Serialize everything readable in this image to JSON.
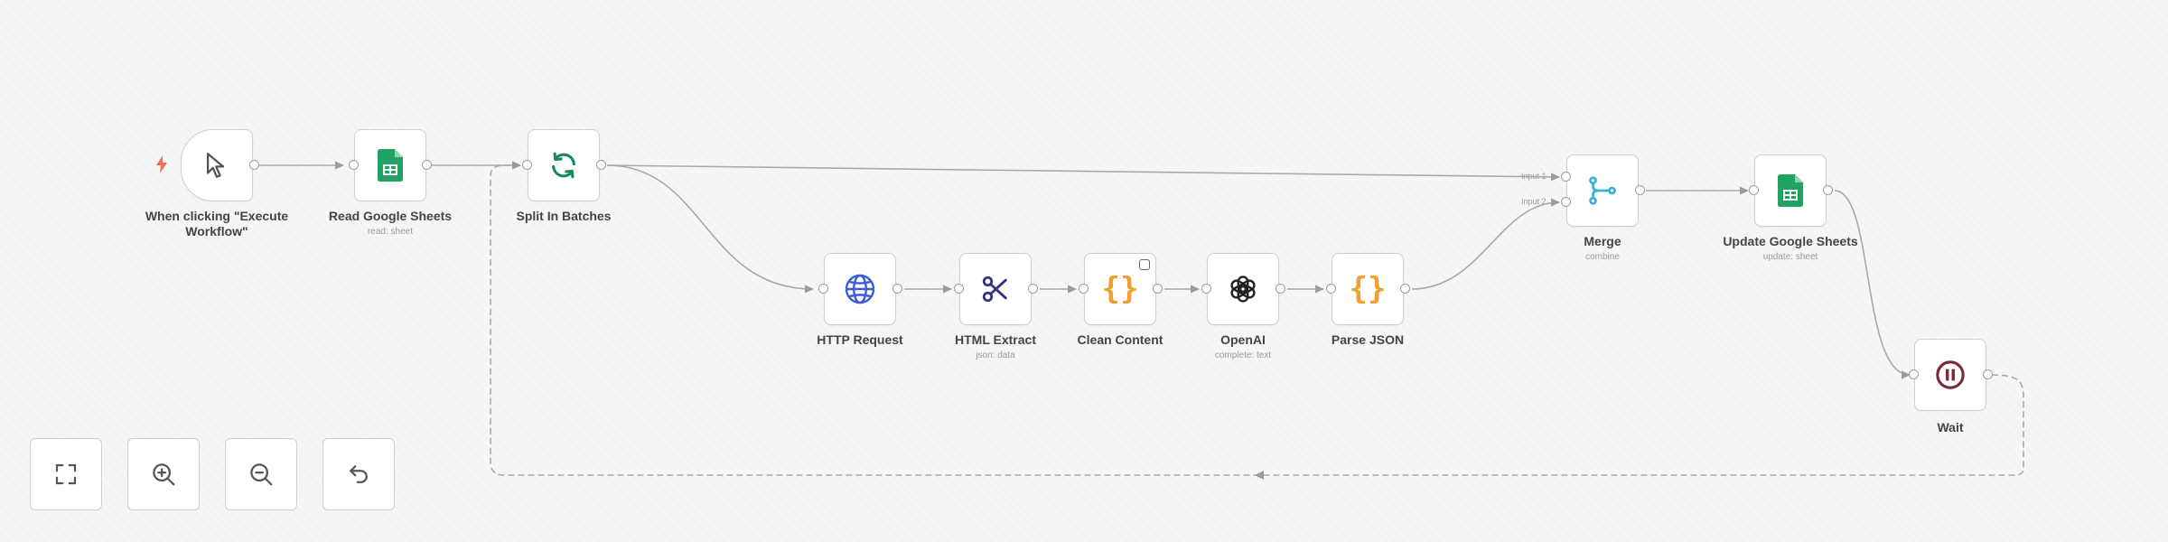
{
  "nodes": {
    "trigger": {
      "label": "When clicking \"Execute Workflow\""
    },
    "read_sheets": {
      "label": "Read Google Sheets",
      "sub": "read: sheet"
    },
    "split": {
      "label": "Split In Batches"
    },
    "http": {
      "label": "HTTP Request"
    },
    "html_extract": {
      "label": "HTML Extract",
      "sub": "json: data"
    },
    "clean": {
      "label": "Clean Content"
    },
    "openai": {
      "label": "OpenAI",
      "sub": "complete: text"
    },
    "parse": {
      "label": "Parse JSON"
    },
    "merge": {
      "label": "Merge",
      "sub": "combine",
      "input1": "Input 1",
      "input2": "Input 2"
    },
    "update_sheets": {
      "label": "Update Google Sheets",
      "sub": "update: sheet"
    },
    "wait": {
      "label": "Wait"
    }
  },
  "icons": {
    "trigger": "cursor-icon",
    "sheets": "google-sheets-icon",
    "split": "refresh-icon",
    "http": "globe-icon",
    "html_extract": "scissors-icon",
    "code": "code-braces-icon",
    "openai": "openai-icon",
    "merge": "merge-icon",
    "wait": "pause-icon"
  },
  "colors": {
    "sheets_green": "#1ea362",
    "split_green": "#1a8a5a",
    "http_blue": "#3b5bdb",
    "scissors_navy": "#33337a",
    "code_orange": "#f0a030",
    "merge_cyan": "#3bb0d0",
    "wait_maroon": "#7a2a3a",
    "trigger_red": "#ff6d5a"
  },
  "controls": [
    "fit-view",
    "zoom-in",
    "zoom-out",
    "undo"
  ]
}
